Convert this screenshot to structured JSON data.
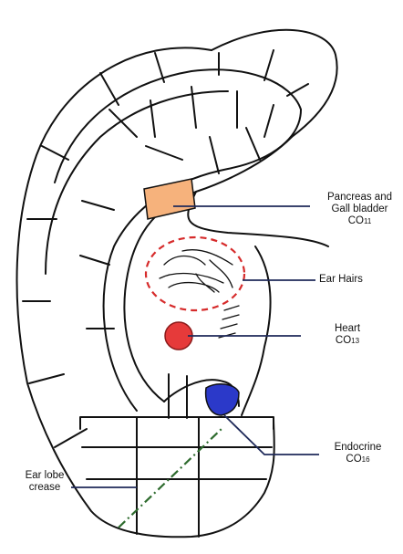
{
  "labels": {
    "pancreas": {
      "line1": "Pancreas and",
      "line2": "Gall bladder",
      "code_prefix": "CO",
      "code_num": "11"
    },
    "ear_hairs": {
      "text": "Ear Hairs"
    },
    "heart": {
      "line1": "Heart",
      "code_prefix": "CO",
      "code_num": "13"
    },
    "endocrine": {
      "line1": "Endocrine",
      "code_prefix": "CO",
      "code_num": "16"
    },
    "crease": {
      "line1": "Ear lobe",
      "line2": "crease"
    }
  },
  "colors": {
    "outline": "#111111",
    "pancreas_zone": "#f6b27c",
    "heart_zone": "#e63a3a",
    "endocrine_zone": "#2b39c9",
    "pointer_line": "#1f2a5a",
    "ear_hairs_circle": "#d62b2b",
    "crease_line": "#2e6b2e"
  }
}
